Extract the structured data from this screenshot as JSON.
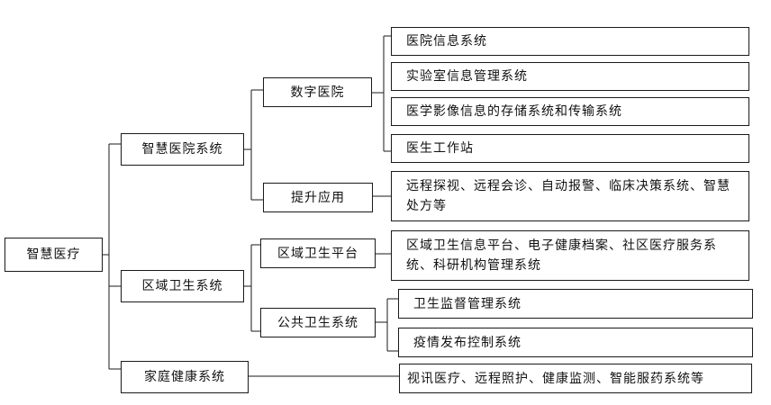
{
  "tree": {
    "root": "智慧医疗",
    "l1": {
      "hospital": "智慧医院系统",
      "regional": "区域卫生系统",
      "home": "家庭健康系统"
    },
    "l2": {
      "digital_hospital": "数字医院",
      "upgrade_apps": "提升应用",
      "regional_platform": "区域卫生平台",
      "public_health": "公共卫生系统"
    },
    "l3": {
      "his": "医院信息系统",
      "lis": "实验室信息管理系统",
      "pacs": "医学影像信息的存储系统和传输系统",
      "workstation": "医生工作站",
      "remote_apps": "远程探视、远程会诊、自动报警、临床决策系统、智慧处方等",
      "regional_info": "区域卫生信息平台、电子健康档案、社区医疗服务系统、科研机构管理系统",
      "supervision": "卫生监督管理系统",
      "epidemic": "疫情发布控制系统",
      "home_services": "视讯医疗、远程照护、健康监测、智能服药系统等"
    }
  }
}
